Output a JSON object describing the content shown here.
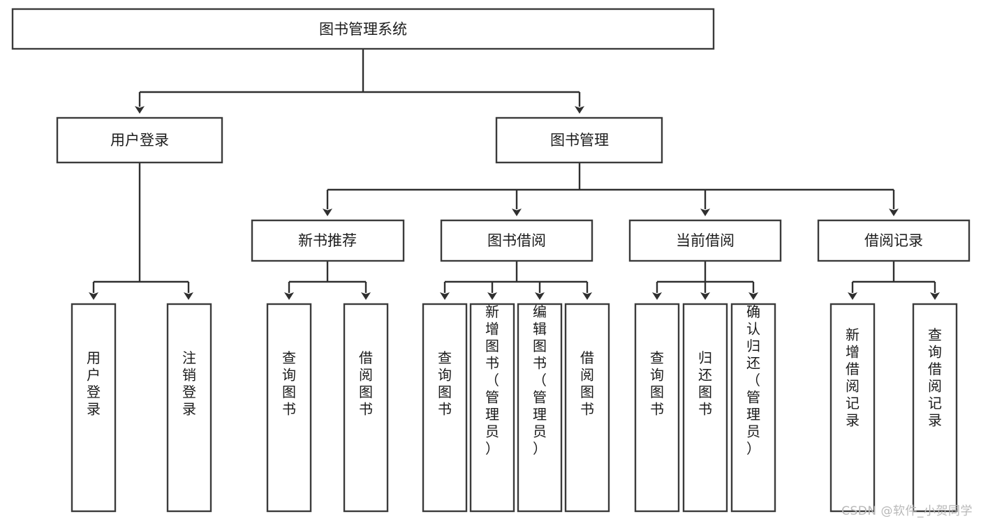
{
  "diagram": {
    "title": "图书管理系统",
    "type": "tree-hierarchy",
    "watermark": "CSDN @软件_小贺同学",
    "colors": {
      "box_stroke": "#3b3b3b",
      "box_fill": "#ffffff",
      "line": "#2f2f2f",
      "text": "#1b1b1b",
      "background": "#ffffff",
      "watermark": "#b8b8b8"
    },
    "root": {
      "label": "图书管理系统"
    },
    "level2": [
      {
        "label": "用户登录"
      },
      {
        "label": "图书管理"
      }
    ],
    "level3": [
      {
        "label": "新书推荐"
      },
      {
        "label": "图书借阅"
      },
      {
        "label": "当前借阅"
      },
      {
        "label": "借阅记录"
      }
    ],
    "leaves": {
      "user_login": [
        {
          "label": "用户登录"
        },
        {
          "label": "注销登录"
        }
      ],
      "new_book": [
        {
          "label": "查询图书"
        },
        {
          "label": "借阅图书"
        }
      ],
      "book_borrow": [
        {
          "label": "查询图书"
        },
        {
          "label": "新增图书（管理员）"
        },
        {
          "label": "编辑图书（管理员）"
        },
        {
          "label": "借阅图书"
        }
      ],
      "current_borrow": [
        {
          "label": "查询图书"
        },
        {
          "label": "归还图书"
        },
        {
          "label": "确认归还（管理员）"
        }
      ],
      "borrow_record": [
        {
          "label": "新增借阅记录"
        },
        {
          "label": "查询借阅记录"
        }
      ]
    }
  }
}
